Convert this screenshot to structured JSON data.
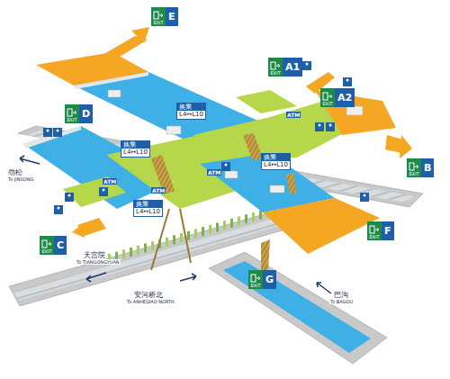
{
  "diagram": {
    "nodes": [
      {
        "text": [
          "EXIT",
          "E"
        ]
      },
      {
        "text": [
          "EXIT",
          "A1"
        ]
      },
      {
        "text": [
          "EXIT",
          "A2"
        ]
      },
      {
        "text": [
          "EXIT",
          "D"
        ]
      },
      {
        "text": [
          "换乘",
          "L4↔L10"
        ]
      },
      {
        "text": [
          "换乘",
          "L4↔L10"
        ]
      },
      {
        "text": [
          "换乘",
          "L4↔L10"
        ]
      },
      {
        "text": [
          "EXIT",
          "B"
        ]
      },
      {
        "text": [
          "换乘",
          "L4↔L10"
        ]
      },
      {
        "text": [
          "EXIT",
          "F"
        ]
      },
      {
        "text": [
          "EXIT",
          "C"
        ]
      },
      {
        "text": [
          "EXIT",
          "G"
        ]
      }
    ],
    "labels": [
      "ATM",
      "ATM",
      "ATM",
      "ATM",
      "劲松",
      "To JINSONG",
      "天宫院",
      "To TIANGONGYUAN",
      "安河桥北",
      "To ANHEQIAO NORTH",
      "巴沟",
      "To BAGOU"
    ]
  }
}
